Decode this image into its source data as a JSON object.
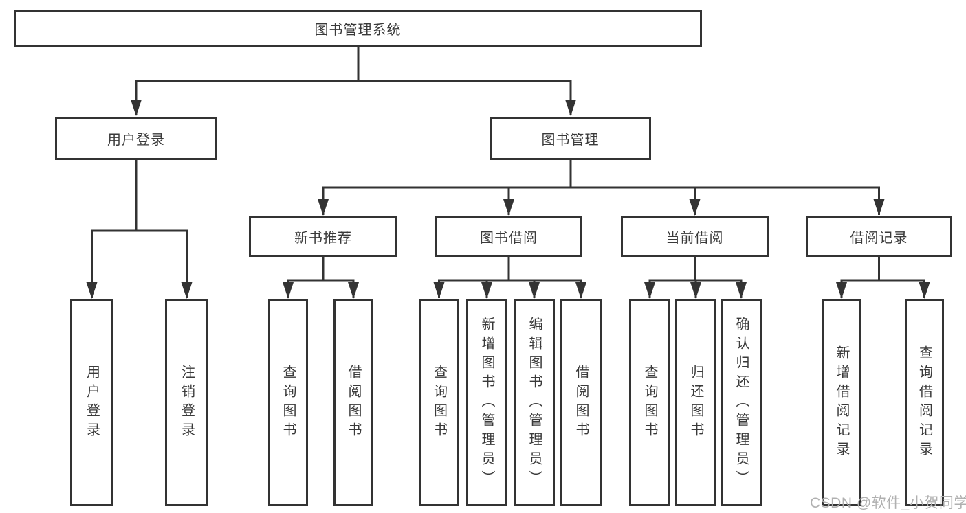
{
  "diagram": {
    "root": {
      "label": "图书管理系统"
    },
    "branches": [
      {
        "label": "用户登录",
        "children": [
          {
            "label": "用户登录"
          },
          {
            "label": "注销登录"
          }
        ]
      },
      {
        "label": "图书管理",
        "children": [
          {
            "label": "新书推荐",
            "children": [
              {
                "label": "查询图书"
              },
              {
                "label": "借阅图书"
              }
            ]
          },
          {
            "label": "图书借阅",
            "children": [
              {
                "label": "查询图书"
              },
              {
                "label": "新增图书（管理员）"
              },
              {
                "label": "编辑图书（管理员）"
              },
              {
                "label": "借阅图书"
              }
            ]
          },
          {
            "label": "当前借阅",
            "children": [
              {
                "label": "查询图书"
              },
              {
                "label": "归还图书"
              },
              {
                "label": "确认归还（管理员）"
              }
            ]
          },
          {
            "label": "借阅记录",
            "children": [
              {
                "label": "新增借阅记录"
              },
              {
                "label": "查询借阅记录"
              }
            ]
          }
        ]
      }
    ]
  },
  "watermark": {
    "text": "CSDN @软件_小贺同学"
  },
  "colors": {
    "border": "#333333",
    "text": "#3a3a3a",
    "watermark": "#b0b0b0",
    "background": "#ffffff"
  }
}
